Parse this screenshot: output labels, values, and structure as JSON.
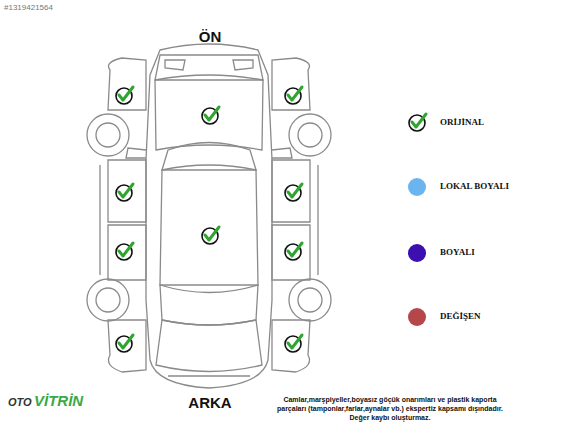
{
  "diagram": {
    "caption": "Camlar,marşpiyeller,boyasız göçük onarımları ve plastik kaporta parçaları (tamponlar,farlar,aynalar vb.) ekspertiz kapsamı dışındadır. Değer kaybı oluşturmaz.",
    "labels": [
      "#1319421564",
      "ÖN",
      "ARKA",
      "OTO",
      "VİTRİN"
    ],
    "legend": [
      {
        "text": "ORİJİNAL"
      },
      {
        "text": "LOKAL BOYALI",
        "color": "#6ab4ef"
      },
      {
        "text": "BOYALI",
        "color": "#3b0fb0"
      },
      {
        "text": "DEĞİŞEN",
        "color": "#b5474a"
      }
    ]
  }
}
